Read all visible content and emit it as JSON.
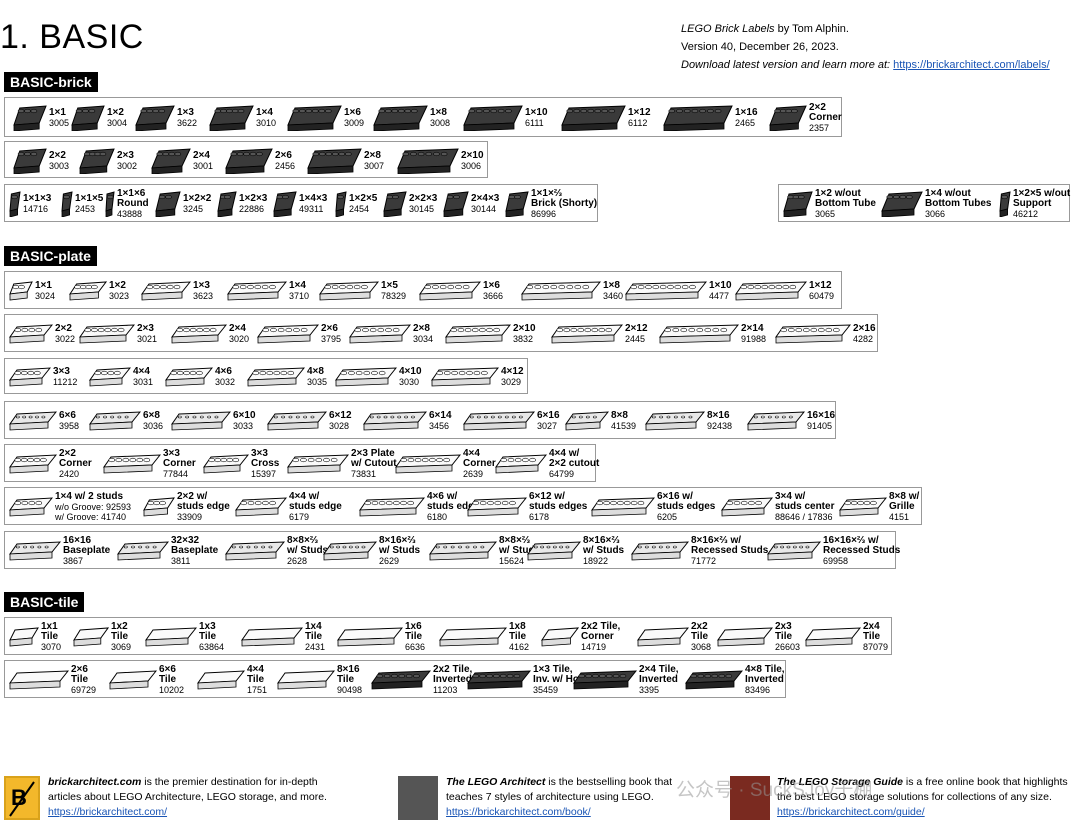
{
  "title": "1. BASIC",
  "header": {
    "line1_title": "LEGO Brick Labels",
    "line1_rest": " by Tom Alphin.",
    "line2": "Version 40, December 26, 2023.",
    "line3_text": "Download latest version and learn more at: ",
    "line3_link": "https://brickarchitect.com/labels/"
  },
  "sections": {
    "brick": "BASIC-brick",
    "plate": "BASIC-plate",
    "tile": "BASIC-tile"
  },
  "rows": [
    {
      "items": [
        {
          "n": [
            "1×1"
          ],
          "id": [
            "3005"
          ]
        },
        {
          "n": [
            "1×2"
          ],
          "id": [
            "3004"
          ]
        },
        {
          "n": [
            "1×3"
          ],
          "id": [
            "3622"
          ]
        },
        {
          "n": [
            "1×4"
          ],
          "id": [
            "3010"
          ]
        },
        {
          "n": [
            "1×6"
          ],
          "id": [
            "3009"
          ]
        },
        {
          "n": [
            "1×8"
          ],
          "id": [
            "3008"
          ]
        },
        {
          "n": [
            "1×10"
          ],
          "id": [
            "6111"
          ]
        },
        {
          "n": [
            "1×12"
          ],
          "id": [
            "6112"
          ]
        },
        {
          "n": [
            "1×16"
          ],
          "id": [
            "2465"
          ]
        },
        {
          "n": [
            "2×2",
            "Corner"
          ],
          "id": [
            "2357"
          ]
        }
      ]
    },
    {
      "items": [
        {
          "n": [
            "2×2"
          ],
          "id": [
            "3003"
          ]
        },
        {
          "n": [
            "2×3"
          ],
          "id": [
            "3002"
          ]
        },
        {
          "n": [
            "2×4"
          ],
          "id": [
            "3001"
          ]
        },
        {
          "n": [
            "2×6"
          ],
          "id": [
            "2456"
          ]
        },
        {
          "n": [
            "2×8"
          ],
          "id": [
            "3007"
          ]
        },
        {
          "n": [
            "2×10"
          ],
          "id": [
            "3006"
          ]
        }
      ]
    },
    {
      "items": [
        {
          "n": [
            "1×1×3"
          ],
          "id": [
            "14716"
          ]
        },
        {
          "n": [
            "1×1×5"
          ],
          "id": [
            "2453"
          ]
        },
        {
          "n": [
            "1×1×6",
            "Round"
          ],
          "id": [
            "43888"
          ]
        },
        {
          "n": [
            "1×2×2"
          ],
          "id": [
            "3245"
          ]
        },
        {
          "n": [
            "1×2×3"
          ],
          "id": [
            "22886"
          ]
        },
        {
          "n": [
            "1×4×3"
          ],
          "id": [
            "49311"
          ]
        },
        {
          "n": [
            "1×2×5"
          ],
          "id": [
            "2454"
          ]
        },
        {
          "n": [
            "2×2×3"
          ],
          "id": [
            "30145"
          ]
        },
        {
          "n": [
            "2×4×3"
          ],
          "id": [
            "30144"
          ]
        },
        {
          "n": [
            "1×1×⅔",
            "Brick (Shorty)"
          ],
          "id": [
            "86996"
          ]
        }
      ]
    },
    {
      "items": [
        {
          "n": [
            "1×2 w/out",
            "Bottom Tube"
          ],
          "id": [
            "3065"
          ]
        },
        {
          "n": [
            "1×4 w/out",
            "Bottom Tubes"
          ],
          "id": [
            "3066"
          ]
        },
        {
          "n": [
            "1×2×5 w/out",
            "Support"
          ],
          "id": [
            "46212"
          ]
        }
      ]
    },
    {
      "items": [
        {
          "n": [
            "1×1"
          ],
          "id": [
            "3024"
          ]
        },
        {
          "n": [
            "1×2"
          ],
          "id": [
            "3023"
          ]
        },
        {
          "n": [
            "1×3"
          ],
          "id": [
            "3623"
          ]
        },
        {
          "n": [
            "1×4"
          ],
          "id": [
            "3710"
          ]
        },
        {
          "n": [
            "1×5"
          ],
          "id": [
            "78329"
          ]
        },
        {
          "n": [
            "1×6"
          ],
          "id": [
            "3666"
          ]
        },
        {
          "n": [
            "1×8"
          ],
          "id": [
            "3460"
          ]
        },
        {
          "n": [
            "1×10"
          ],
          "id": [
            "4477"
          ]
        },
        {
          "n": [
            "1×12"
          ],
          "id": [
            "60479"
          ]
        }
      ]
    },
    {
      "items": [
        {
          "n": [
            "2×2"
          ],
          "id": [
            "3022"
          ]
        },
        {
          "n": [
            "2×3"
          ],
          "id": [
            "3021"
          ]
        },
        {
          "n": [
            "2×4"
          ],
          "id": [
            "3020"
          ]
        },
        {
          "n": [
            "2×6"
          ],
          "id": [
            "3795"
          ]
        },
        {
          "n": [
            "2×8"
          ],
          "id": [
            "3034"
          ]
        },
        {
          "n": [
            "2×10"
          ],
          "id": [
            "3832"
          ]
        },
        {
          "n": [
            "2×12"
          ],
          "id": [
            "2445"
          ]
        },
        {
          "n": [
            "2×14"
          ],
          "id": [
            "91988"
          ]
        },
        {
          "n": [
            "2×16"
          ],
          "id": [
            "4282"
          ]
        }
      ]
    },
    {
      "items": [
        {
          "n": [
            "3×3"
          ],
          "id": [
            "11212"
          ]
        },
        {
          "n": [
            "4×4"
          ],
          "id": [
            "3031"
          ]
        },
        {
          "n": [
            "4×6"
          ],
          "id": [
            "3032"
          ]
        },
        {
          "n": [
            "4×8"
          ],
          "id": [
            "3035"
          ]
        },
        {
          "n": [
            "4×10"
          ],
          "id": [
            "3030"
          ]
        },
        {
          "n": [
            "4×12"
          ],
          "id": [
            "3029"
          ]
        }
      ]
    },
    {
      "items": [
        {
          "n": [
            "6×6"
          ],
          "id": [
            "3958"
          ]
        },
        {
          "n": [
            "6×8"
          ],
          "id": [
            "3036"
          ]
        },
        {
          "n": [
            "6×10"
          ],
          "id": [
            "3033"
          ]
        },
        {
          "n": [
            "6×12"
          ],
          "id": [
            "3028"
          ]
        },
        {
          "n": [
            "6×14"
          ],
          "id": [
            "3456"
          ]
        },
        {
          "n": [
            "6×16"
          ],
          "id": [
            "3027"
          ]
        },
        {
          "n": [
            "8×8"
          ],
          "id": [
            "41539"
          ]
        },
        {
          "n": [
            "8×16"
          ],
          "id": [
            "92438"
          ]
        },
        {
          "n": [
            "16×16"
          ],
          "id": [
            "91405"
          ]
        }
      ]
    },
    {
      "items": [
        {
          "n": [
            "2×2",
            "Corner"
          ],
          "id": [
            "2420"
          ]
        },
        {
          "n": [
            "3×3",
            "Corner"
          ],
          "id": [
            "77844"
          ]
        },
        {
          "n": [
            "3×3",
            "Cross"
          ],
          "id": [
            "15397"
          ]
        },
        {
          "n": [
            "2×3 Plate",
            "w/ Cutout"
          ],
          "id": [
            "73831"
          ]
        },
        {
          "n": [
            "4×4",
            "Corner"
          ],
          "id": [
            "2639"
          ]
        },
        {
          "n": [
            "4×4 w/",
            "2×2 cutout"
          ],
          "id": [
            "64799"
          ]
        }
      ]
    },
    {
      "items": [
        {
          "n": [
            "1×4 w/ 2 studs"
          ],
          "id": [
            "w/o Groove: 92593",
            "w/ Groove:  41740"
          ]
        },
        {
          "n": [
            "2×2 w/",
            "studs edge"
          ],
          "id": [
            "33909"
          ]
        },
        {
          "n": [
            "4×4 w/",
            "studs edge"
          ],
          "id": [
            "6179"
          ]
        },
        {
          "n": [
            "4×6 w/",
            "studs edges"
          ],
          "id": [
            "6180"
          ]
        },
        {
          "n": [
            "6×12 w/",
            "studs edges"
          ],
          "id": [
            "6178"
          ]
        },
        {
          "n": [
            "6×16 w/",
            "studs edges"
          ],
          "id": [
            "6205"
          ]
        },
        {
          "n": [
            "3×4 w/",
            "studs center"
          ],
          "id": [
            "88646 / 17836"
          ]
        },
        {
          "n": [
            "8×8 w/",
            "Grille"
          ],
          "id": [
            "4151"
          ]
        }
      ]
    },
    {
      "items": [
        {
          "n": [
            "16×16",
            "Baseplate"
          ],
          "id": [
            "3867"
          ]
        },
        {
          "n": [
            "32×32",
            "Baseplate"
          ],
          "id": [
            "3811"
          ]
        },
        {
          "n": [
            "8×8×⅔",
            "w/ Studs"
          ],
          "id": [
            "2628"
          ]
        },
        {
          "n": [
            "8×16×⅔",
            "w/ Studs"
          ],
          "id": [
            "2629"
          ]
        },
        {
          "n": [
            "8×8×⅔",
            "w/ Studs"
          ],
          "id": [
            "15624"
          ]
        },
        {
          "n": [
            "8×16×⅔",
            "w/ Studs"
          ],
          "id": [
            "18922"
          ]
        },
        {
          "n": [
            "8×16×⅔ w/",
            "Recessed Studs"
          ],
          "id": [
            "71772"
          ]
        },
        {
          "n": [
            "16×16×⅔ w/",
            "Recessed Studs"
          ],
          "id": [
            "69958"
          ]
        }
      ]
    },
    {
      "items": [
        {
          "n": [
            "1x1",
            "Tile"
          ],
          "id": [
            "3070"
          ]
        },
        {
          "n": [
            "1x2",
            "Tile"
          ],
          "id": [
            "3069"
          ]
        },
        {
          "n": [
            "1x3",
            "Tile"
          ],
          "id": [
            "63864"
          ]
        },
        {
          "n": [
            "1x4",
            "Tile"
          ],
          "id": [
            "2431"
          ]
        },
        {
          "n": [
            "1x6",
            "Tile"
          ],
          "id": [
            "6636"
          ]
        },
        {
          "n": [
            "1x8",
            "Tile"
          ],
          "id": [
            "4162"
          ]
        },
        {
          "n": [
            "2x2 Tile,",
            "Corner"
          ],
          "id": [
            "14719"
          ]
        },
        {
          "n": [
            "2x2",
            "Tile"
          ],
          "id": [
            "3068"
          ]
        },
        {
          "n": [
            "2x3",
            "Tile"
          ],
          "id": [
            "26603"
          ]
        },
        {
          "n": [
            "2x4",
            "Tile"
          ],
          "id": [
            "87079"
          ]
        }
      ]
    },
    {
      "items": [
        {
          "n": [
            "2×6",
            "Tile"
          ],
          "id": [
            "69729"
          ]
        },
        {
          "n": [
            "6×6",
            "Tile"
          ],
          "id": [
            "10202"
          ]
        },
        {
          "n": [
            "4×4",
            "Tile"
          ],
          "id": [
            "1751"
          ]
        },
        {
          "n": [
            "8×16",
            "Tile"
          ],
          "id": [
            "90498"
          ]
        },
        {
          "n": [
            "2x2 Tile,",
            "Inverted"
          ],
          "id": [
            "11203"
          ]
        },
        {
          "n": [
            "1×3 Tile,",
            "Inv. w/ Hole"
          ],
          "id": [
            "35459"
          ]
        },
        {
          "n": [
            "2×4 Tile,",
            "Inverted"
          ],
          "id": [
            "3395"
          ]
        },
        {
          "n": [
            "4×8 Tile,",
            "Inverted"
          ],
          "id": [
            "83496"
          ]
        }
      ]
    }
  ],
  "footer": [
    {
      "bold": "brickarchitect.com",
      "text": " is the premier destination for in-depth articles about LEGO Architecture, LEGO storage, and more.",
      "link": "https://brickarchitect.com/"
    },
    {
      "bold": "The LEGO Architect",
      "text": " is the bestselling book that teaches 7 styles of architecture using LEGO.",
      "link": "https://brickarchitect.com/book/"
    },
    {
      "bold": "The LEGO Storage Guide",
      "text": " is a free online book that highlights the best LEGO storage solutions for collections of any size.",
      "link": "https://brickarchitect.com/guide/"
    }
  ],
  "watermark": "公众号 · SuckSJoy千棚"
}
